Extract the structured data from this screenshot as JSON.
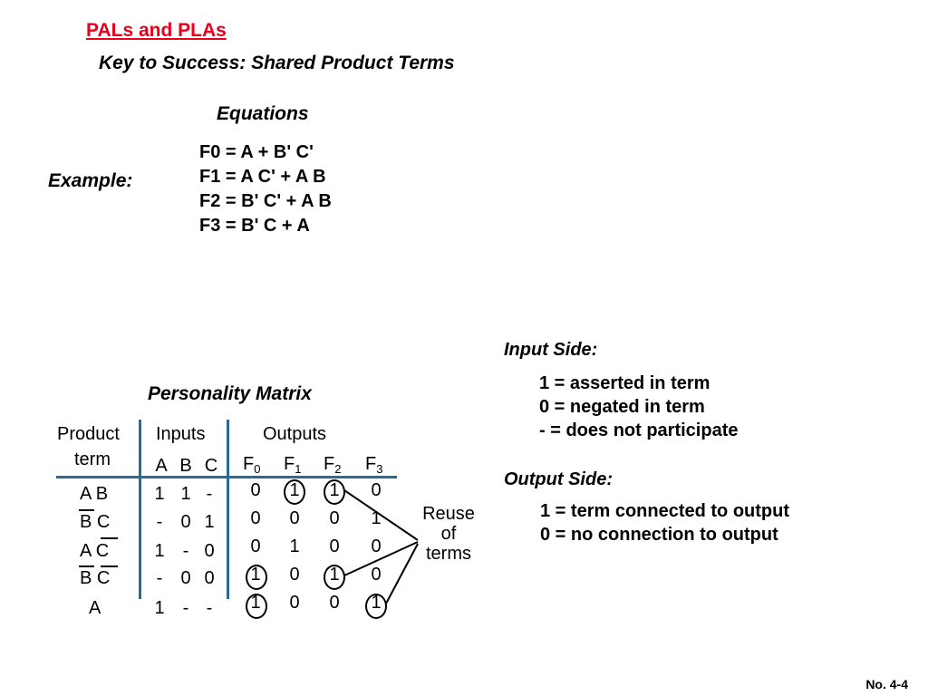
{
  "slide": {
    "title": "PALs and PLAs",
    "subtitle": "Key to Success: Shared Product Terms",
    "equations_header": "Equations",
    "example_label": "Example:",
    "equations": [
      "F0 = A  + B' C'",
      "F1 = A C'  +  A B",
      "F2 = B' C'  +  A B",
      "F3 = B' C  +  A"
    ],
    "footer": "No. 4-4"
  },
  "legend": {
    "input_header": "Input Side:",
    "input_lines": [
      "1 = asserted in term",
      "0 = negated in term",
      "- = does not participate"
    ],
    "output_header": "Output Side:",
    "output_lines": [
      "1 = term connected to output",
      "0 = no connection to output"
    ]
  },
  "matrix": {
    "title": "Personality Matrix",
    "col_product": [
      "Product",
      "term"
    ],
    "col_inputs": "Inputs",
    "col_outputs": "Outputs",
    "input_names": [
      "A",
      "B",
      "C"
    ],
    "output_names": [
      {
        "base": "F",
        "sub": "0"
      },
      {
        "base": "F",
        "sub": "1"
      },
      {
        "base": "F",
        "sub": "2"
      },
      {
        "base": "F",
        "sub": "3"
      }
    ],
    "rows": [
      {
        "term": "A B",
        "inputs": [
          "1",
          "1",
          "-"
        ],
        "outputs": [
          "0",
          "1",
          "1",
          "0"
        ],
        "circled": [
          false,
          true,
          true,
          false
        ]
      },
      {
        "term": "B C",
        "inputs": [
          "-",
          "0",
          "1"
        ],
        "outputs": [
          "0",
          "0",
          "0",
          "1"
        ],
        "circled": [
          false,
          false,
          false,
          false
        ]
      },
      {
        "term": "A C",
        "inputs": [
          "1",
          "-",
          "0"
        ],
        "outputs": [
          "0",
          "1",
          "0",
          "0"
        ],
        "circled": [
          false,
          false,
          false,
          false
        ]
      },
      {
        "term": "B C",
        "inputs": [
          "-",
          "0",
          "0"
        ],
        "outputs": [
          "1",
          "0",
          "1",
          "0"
        ],
        "circled": [
          true,
          false,
          true,
          false
        ]
      },
      {
        "term": "A",
        "inputs": [
          "1",
          "-",
          "-"
        ],
        "outputs": [
          "1",
          "0",
          "0",
          "1"
        ],
        "circled": [
          true,
          false,
          false,
          true
        ]
      }
    ],
    "reuse_label": [
      "Reuse",
      "of",
      "terms"
    ]
  }
}
